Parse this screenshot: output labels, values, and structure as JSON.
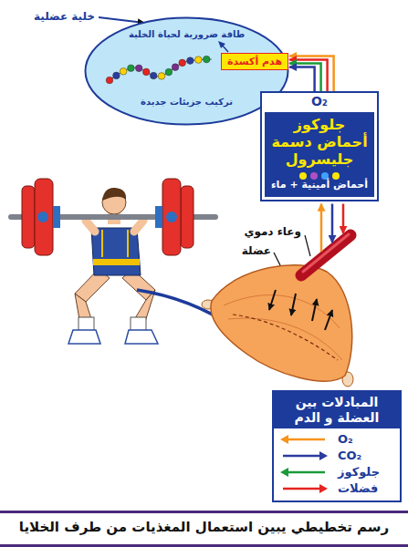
{
  "diagram": {
    "caption": "رسم تخطيطي يبين استعمال المغذيات من طرف الخلايا",
    "nodes": [
      {
        "text": [
          "طاقة ضرورية لحياة الخلية",
          "تركيب جزيئات جديدة"
        ]
      },
      {
        "text": [
          "هدم أكسدة"
        ],
        "in": 0
      },
      {
        "text": [
          "O₂"
        ]
      },
      {
        "text": [
          "جلوكوز",
          "أحماض دسمة",
          "جليسرول",
          "أحماض أمينية + ماء"
        ],
        "in": 2
      },
      {
        "text": [
          "المبادلات بين العضلة و الدم"
        ]
      }
    ],
    "edges": [
      {
        "from": 2,
        "to": 1,
        "arrow": "to"
      }
    ],
    "labels": [
      "خلية عضلية",
      "وعاء دموي",
      "عضلة"
    ],
    "legend": [
      {
        "text": "O₂"
      },
      {
        "text": "CO₂"
      },
      {
        "text": "جلوكوز"
      },
      {
        "text": "فضلات"
      }
    ]
  }
}
